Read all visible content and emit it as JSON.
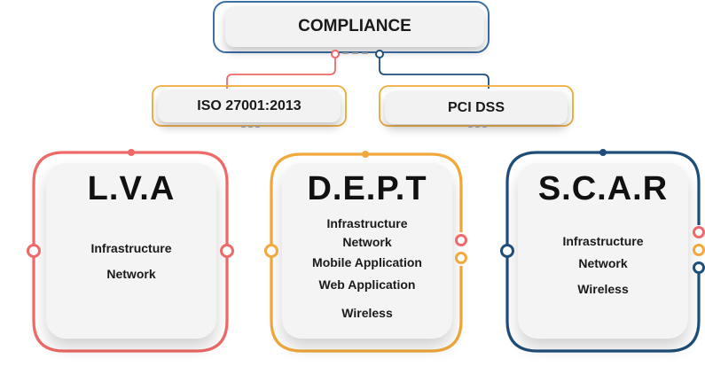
{
  "colors": {
    "red": "#ee6a68",
    "orange": "#f2a93b",
    "blue": "#1f4e79",
    "frame_blue": "#3a6fa8"
  },
  "root": {
    "label": "COMPLIANCE"
  },
  "standards": [
    {
      "label": "ISO 27001:2013"
    },
    {
      "label": "PCI DSS"
    }
  ],
  "cards": [
    {
      "title": "L.V.A",
      "items": [
        "Infrastructure",
        "Network"
      ]
    },
    {
      "title": "D.E.P.T",
      "items": [
        "Infrastructure",
        "Network",
        "Mobile Application",
        "Web Application",
        "Wireless"
      ]
    },
    {
      "title": "S.C.A.R",
      "items": [
        "Infrastructure",
        "Network",
        "Wireless"
      ]
    }
  ]
}
